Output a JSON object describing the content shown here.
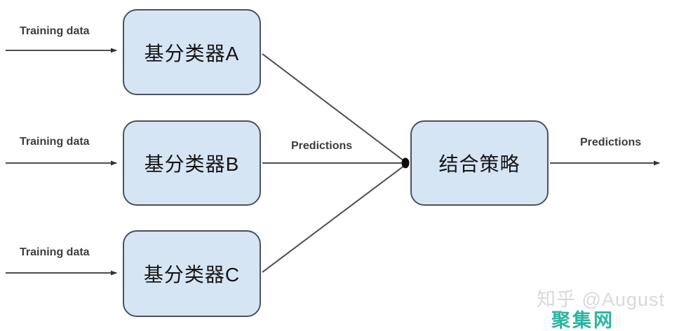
{
  "diagram": {
    "inputs": [
      {
        "label": "Training data"
      },
      {
        "label": "Training data"
      },
      {
        "label": "Training data"
      }
    ],
    "classifiers": [
      {
        "label": "基分类器A"
      },
      {
        "label": "基分类器B"
      },
      {
        "label": "基分类器C"
      }
    ],
    "combiner": {
      "label": "结合策略"
    },
    "mid_predictions_label": "Predictions",
    "output_predictions_label": "Predictions",
    "colors": {
      "box_fill": "#d6e5f4",
      "box_border": "#49525e",
      "line": "#4d4d4d",
      "label_text": "#3d3d3d",
      "watermark_gray": "#d9d9d9",
      "watermark_teal": "#2ab5a1"
    }
  },
  "watermarks": {
    "zhihu_credit": "知乎 @August",
    "site_badge": "聚集网"
  }
}
